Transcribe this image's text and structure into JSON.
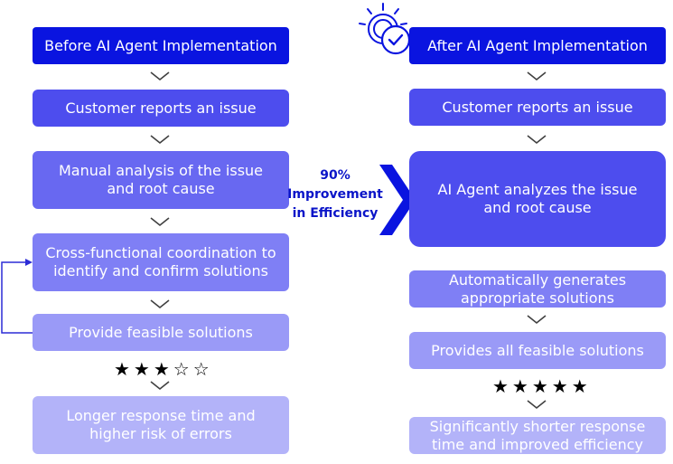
{
  "before": {
    "title": "Before AI Agent Implementation",
    "step1": "Customer reports an issue",
    "step2": "Manual analysis of the issue and root cause",
    "step3": "Cross-functional coordination to identify and confirm solutions",
    "step4": "Provide feasible solutions",
    "rating": "★★★☆☆",
    "outcome": "Longer response time and higher risk of errors"
  },
  "after": {
    "title": "After AI Agent Implementation",
    "step1": "Customer reports an issue",
    "step2": "AI Agent analyzes the issue and root cause",
    "step3": "Automatically generates appropriate solutions",
    "step4": "Provides all feasible solutions",
    "rating": "★★★★★",
    "outcome": "Significantly shorter response time and improved efficiency"
  },
  "improvement": {
    "percent": "90%",
    "line1": "Improvement",
    "line2": "in Efficiency"
  },
  "colors": {
    "accent": "#0a14e0",
    "text_blue": "#0a14c8"
  },
  "icons": {
    "header": "gear-check-icon",
    "arrow": "chevron-right-arrow-icon"
  }
}
